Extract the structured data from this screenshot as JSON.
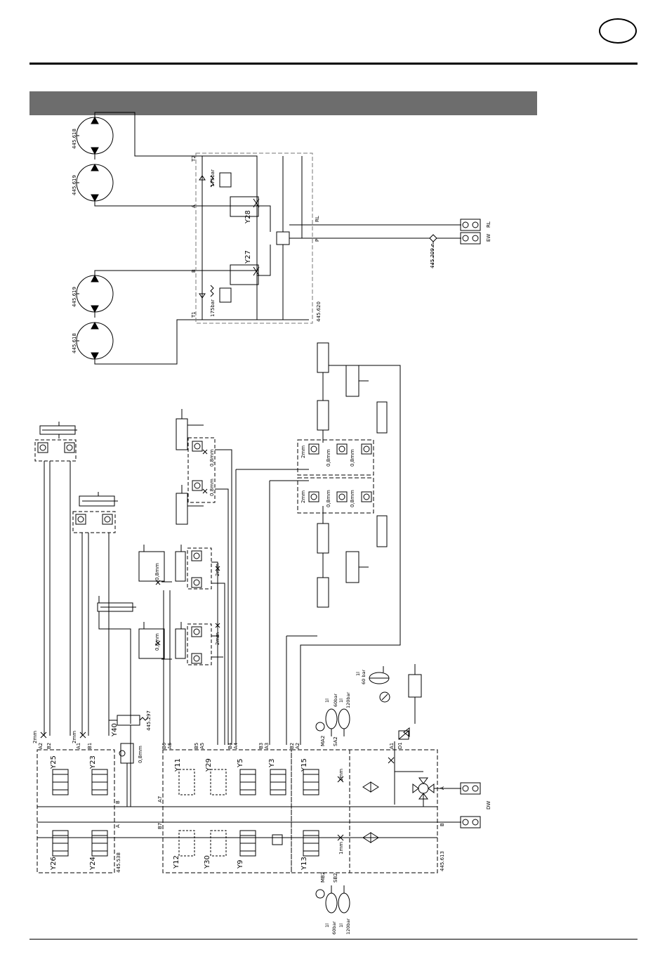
{
  "header": {
    "badge_text": ""
  },
  "title_bar": {
    "text": ""
  },
  "schematic": {
    "motors": [
      "445.618",
      "445.619",
      "445.619",
      "445.618"
    ],
    "top_manifold": {
      "part_no": "445.620",
      "valves": [
        "Y28",
        "Y27"
      ],
      "relief_pressure": "175bar",
      "port_labels": [
        "T2",
        "A",
        "B",
        "T1",
        "RL",
        "P"
      ]
    },
    "couplings": [
      {
        "label": "RL"
      },
      {
        "label": "EW",
        "part_no": "445.309.e"
      },
      {
        "label": "DW"
      }
    ],
    "orifices": {
      "small": "0,8mm",
      "large": "2mm",
      "one_mm": "1mm"
    },
    "solenoid_y40": {
      "label": "Y40",
      "part_no": "445.297",
      "orifice": "0,8mm"
    },
    "left_block": {
      "part_no": "445.538",
      "valves_top": [
        "Y25",
        "Y23"
      ],
      "valves_bottom": [
        "Y26",
        "Y24"
      ],
      "ports": [
        "A2",
        "B2",
        "A1",
        "B1",
        "A",
        "B"
      ]
    },
    "middle_block": {
      "valves_top": [
        "Y11",
        "Y29",
        "Y5",
        "Y3"
      ],
      "valves_bottom": [
        "Y12",
        "Y30",
        "Y9"
      ],
      "ports": [
        "B6",
        "A6",
        "B5",
        "A5",
        "B4",
        "A4",
        "B3",
        "A3",
        "A7",
        "B7"
      ]
    },
    "right_block": {
      "part_no": "445.613",
      "valves_top": [
        "Y15"
      ],
      "valves_bottom": [
        "Y13"
      ],
      "ports": [
        "B2",
        "A2",
        "A1",
        "D1",
        "A",
        "B",
        "MA2",
        "SA2",
        "MB2",
        "SB2"
      ]
    },
    "accumulators": [
      {
        "volume": "1l",
        "pressure": "60bar"
      },
      {
        "volume": "1l",
        "pressure": "120bar"
      }
    ],
    "acc_top": {
      "volume": "1l",
      "pressure": "60 bar"
    }
  }
}
